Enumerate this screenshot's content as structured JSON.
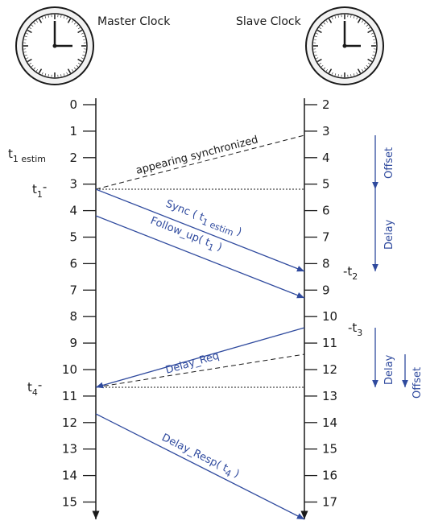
{
  "colors": {
    "message": "#2f4a9e",
    "line": "#1a1a1a"
  },
  "clocks": {
    "master_label": "Master Clock",
    "slave_label": "Slave Clock"
  },
  "master_ticks": [
    "0",
    "1",
    "2",
    "3",
    "4",
    "5",
    "6",
    "7",
    "8",
    "9",
    "10",
    "11",
    "12",
    "13",
    "14",
    "15"
  ],
  "slave_ticks": [
    "2",
    "3",
    "4",
    "5",
    "6",
    "7",
    "8",
    "9",
    "10",
    "11",
    "12",
    "13",
    "14",
    "15",
    "16",
    "17"
  ],
  "markers": {
    "t1_estim_base": "t",
    "t1_estim_sub": "1 estim",
    "t1_base": "t",
    "t1_sub": "1",
    "t1_dash": "-",
    "t2_dash": "-t",
    "t2_sub": "2",
    "t3_dash": "-t",
    "t3_sub": "3",
    "t4_base": "t",
    "t4_sub": "4",
    "t4_dash": "-"
  },
  "messages": {
    "appearing": "appearing synchronized",
    "sync_base": "Sync ( t",
    "sync_sub": "1 estim",
    "sync_end": " )",
    "follow_base": "Follow_up( t",
    "follow_sub": "1",
    "follow_end": " )",
    "delay_req": "Delay_Req",
    "delay_resp_base": "Delay_Resp( t",
    "delay_resp_sub": "4",
    "delay_resp_end": " )"
  },
  "side_labels": {
    "offset_top": "Offset",
    "delay_top": "Delay",
    "delay_bottom": "Delay",
    "offset_bottom": "Offset"
  }
}
